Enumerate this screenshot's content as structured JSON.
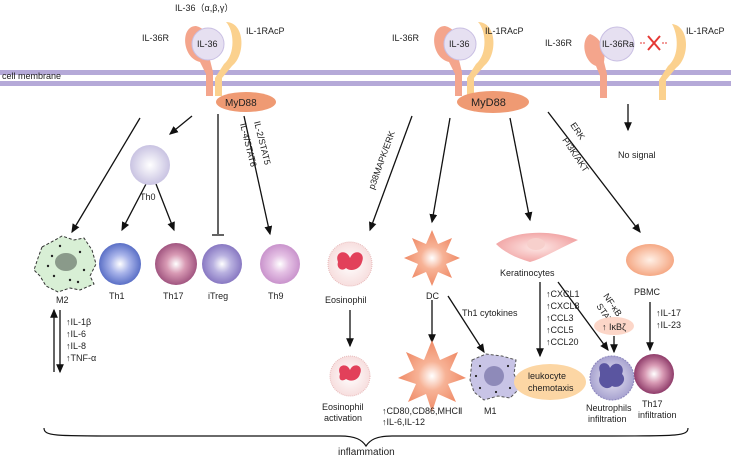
{
  "receptors": {
    "complex1": {
      "ligand_family": "IL-36（α,β,γ）",
      "ligand": "IL-36",
      "receptor": "IL-36R",
      "coreceptor": "IL-1RAcP"
    },
    "complex2": {
      "ligand": "IL-36",
      "receptor": "IL-36R",
      "coreceptor": "IL-1RAcP"
    },
    "complex3": {
      "ligand": "IL-36Ra",
      "receptor": "IL-36R",
      "coreceptor": "IL-1RAcP",
      "result": "No signal"
    }
  },
  "membrane_label": "cell membrane",
  "adaptor": "MyD88",
  "pathways": {
    "il2_stat5": "IL-2/STAT5",
    "il4_stat6": "IL-4/STAT6",
    "p38": "p38MAPK/ERK",
    "erk": "ERK",
    "pi3k": "PI3K/AKT",
    "nfkb": "NF-κB",
    "stat3": "STAT3"
  },
  "cells": {
    "th0": "Th0",
    "m2": "M2",
    "th1": "Th1",
    "th17": "Th17",
    "itreg": "iTreg",
    "th9": "Th9",
    "eosinophil": "Eosinophil",
    "dc": "DC",
    "keratinocytes": "Keratinocytes",
    "pbmc": "PBMC",
    "m1": "M1",
    "neutrophils": [
      "Neutrophils",
      "infiltration"
    ],
    "th17_infiltration": [
      "Th17",
      "infiltration"
    ],
    "eosinophil_activation": [
      "Eosinophil",
      "activation"
    ]
  },
  "annotations": {
    "m2_cytokines": [
      "IL-1β",
      "IL-6",
      "IL-8",
      "TNF-α"
    ],
    "th1_cytokines": "Th1 cytokines",
    "chemokines": [
      "CXCL1",
      "CXCL8",
      "CCL3",
      "CCL5",
      "CCL20"
    ],
    "leukocyte": [
      "leukocyte",
      "chemotaxis"
    ],
    "ikbz": "IκBζ",
    "pbmc_cytokines": [
      "IL-17",
      "IL-23"
    ],
    "dc_markers": [
      "CD80,CD86,MHCⅡ",
      "IL-6,IL-12"
    ]
  },
  "footer": "inflammation"
}
